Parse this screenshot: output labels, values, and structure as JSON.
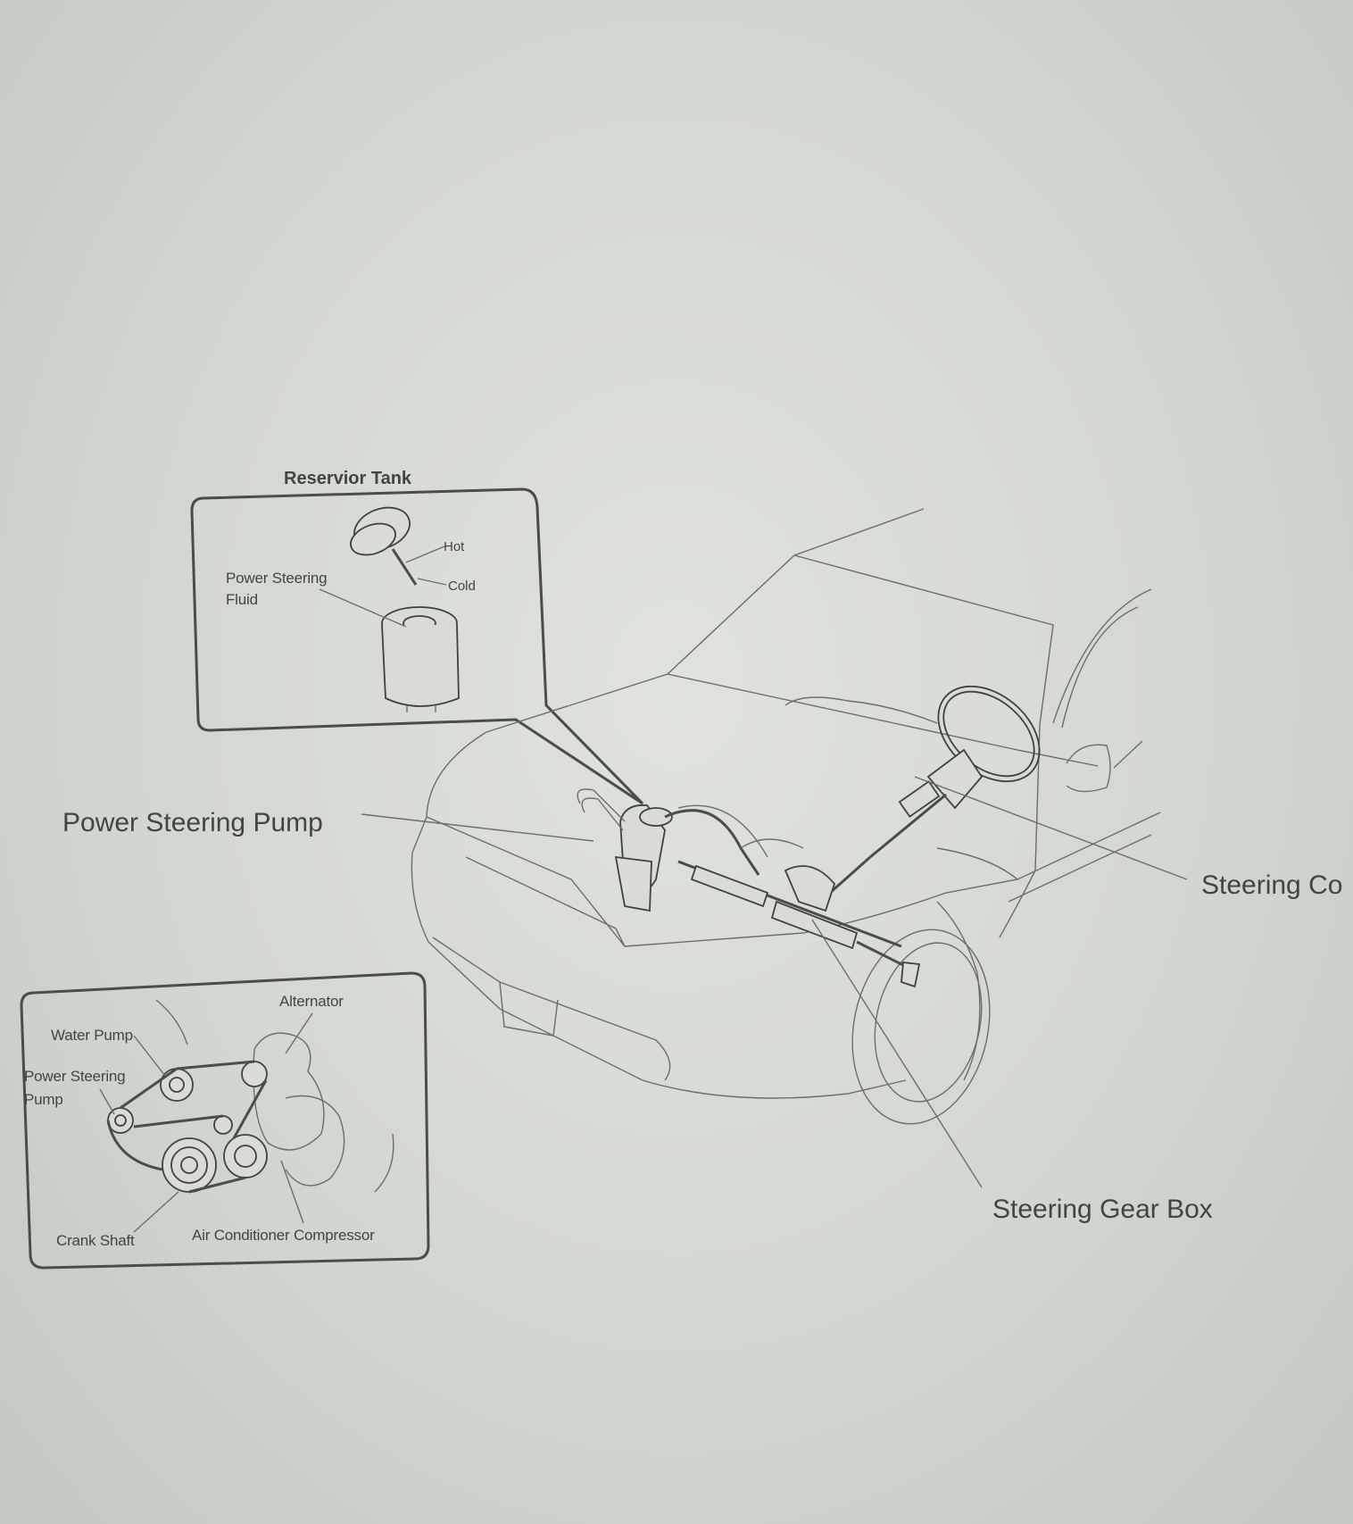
{
  "labels": {
    "reservoir_tank": "Reservior Tank",
    "hot": "Hot",
    "cold": "Cold",
    "fluid_line1": "Power Steering",
    "fluid_line2": "Fluid",
    "power_steering_pump": "Power Steering Pump",
    "steering_column": "Steering Co",
    "steering_gear_box": "Steering Gear Box",
    "alternator": "Alternator",
    "water_pump": "Water Pump",
    "ps_pump_line1": "Power Steering",
    "ps_pump_line2": "Pump",
    "crank_shaft": "Crank Shaft",
    "ac_compressor": "Air Conditioner Compressor"
  }
}
